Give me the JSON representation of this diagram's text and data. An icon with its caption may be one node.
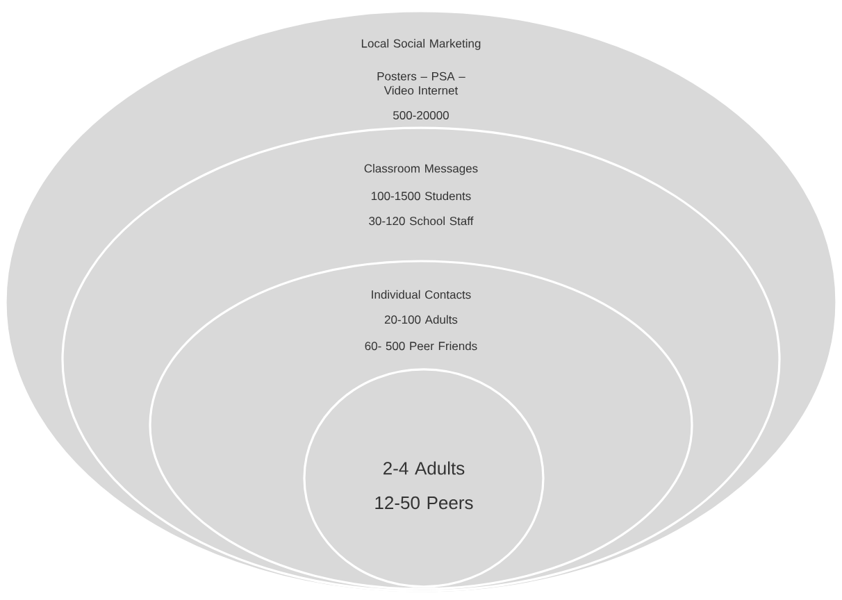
{
  "diagram": {
    "nodes": [
      {
        "text": [
          "Local Social Marketing",
          "Posters – PSA – Video Internet",
          "500-20000"
        ]
      },
      {
        "text": [
          "Classroom Messages",
          "100-1500 Students",
          "30-120 School Staff"
        ],
        "in": 0
      },
      {
        "text": [
          "Individual Contacts",
          "20-100 Adults",
          "60- 500 Peer Friends"
        ],
        "in": 1
      },
      {
        "text": [
          "2-4 Adults",
          "12-50 Peers"
        ],
        "in": 2
      }
    ]
  }
}
